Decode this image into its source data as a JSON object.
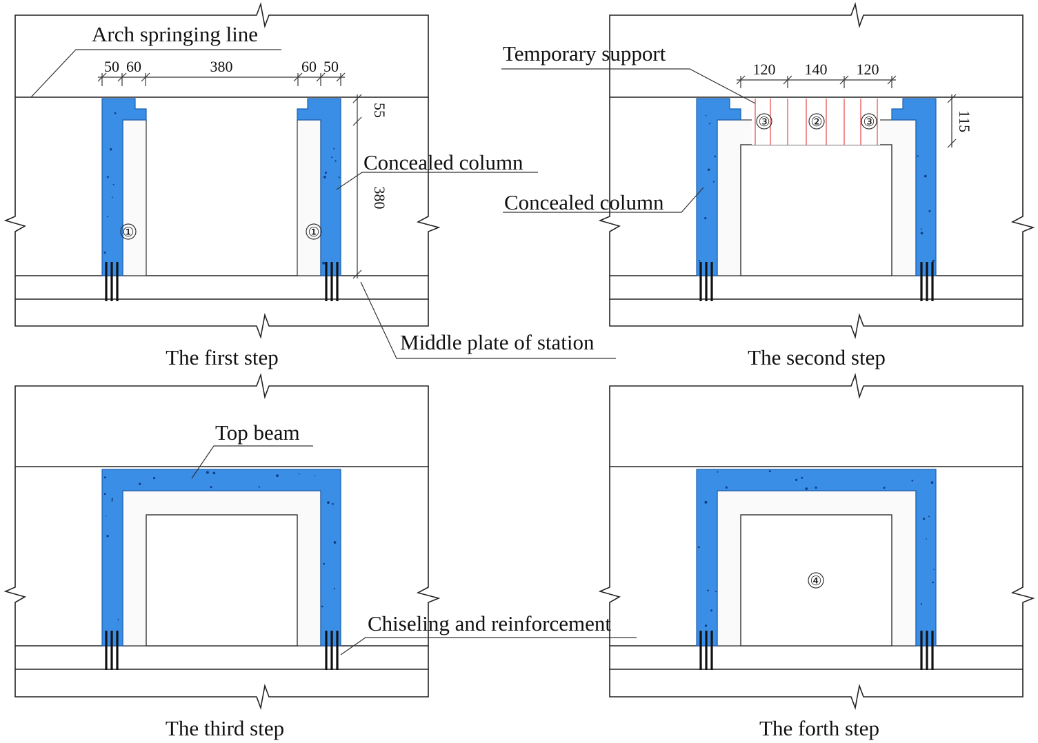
{
  "steps": [
    {
      "caption": "The first step"
    },
    {
      "caption": "The second step"
    },
    {
      "caption": "The third step"
    },
    {
      "caption": "The forth step"
    }
  ],
  "labels": {
    "arch_springing_line": "Arch springing line",
    "concealed_column_1": "Concealed column",
    "concealed_column_2": "Concealed column",
    "middle_plate": "Middle plate of station",
    "temporary_support": "Temporary support",
    "top_beam": "Top beam",
    "chiseling": "Chiseling and reinforcement"
  },
  "dimensions": {
    "step1_top": [
      "50",
      "60",
      "380",
      "60",
      "50"
    ],
    "step1_right_top": "55",
    "step1_right_height": "380",
    "step2_top": [
      "120",
      "140",
      "120"
    ],
    "step2_right": "115"
  },
  "markers": {
    "step1_left": "①",
    "step1_right": "①",
    "step2_left": "③",
    "step2_mid": "②",
    "step2_right": "③",
    "step4_center": "④"
  },
  "colors": {
    "concrete": "#3a8ee6",
    "support": "#e25555"
  }
}
